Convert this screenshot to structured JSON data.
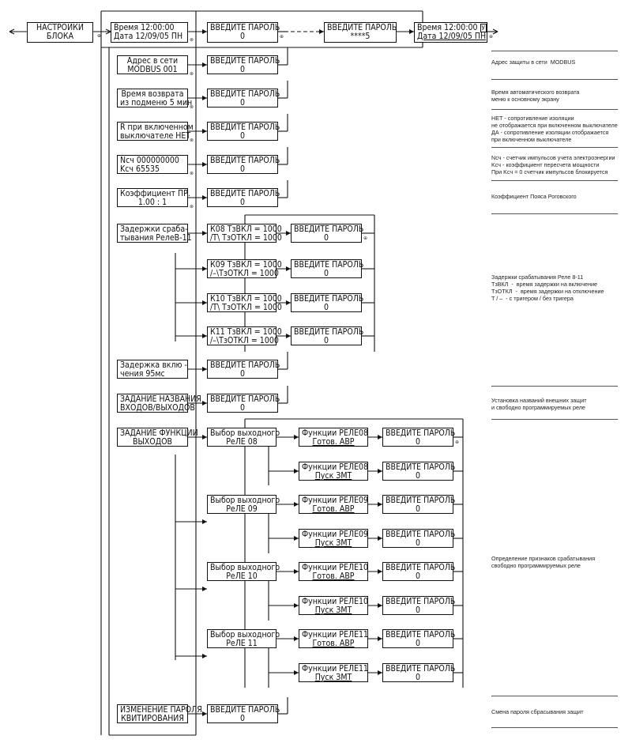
{
  "root": {
    "line1": "НАСТРОЙКИ",
    "line2": "БЛОКА"
  },
  "clock_first": {
    "line1": "Время 12:00:00",
    "line2": "Дата 12/09/05 ПН"
  },
  "pass_first": {
    "line1": "ВВЕДИТЕ ПАРОЛЬ",
    "line2": "0"
  },
  "pass_entered": {
    "line1": "ВВЕДИТЕ ПАРОЛЬ",
    "line2": "****5"
  },
  "clock_set": {
    "line1": "Время 12:00:00",
    "line2": "Дата 12/09/05 ПН",
    "cursor": "У"
  },
  "rows": [
    {
      "line1": "Адрес в сети",
      "line2": "MODBUS  001"
    },
    {
      "line1": "Время возврата",
      "line2": "из подменю 5 мин"
    },
    {
      "line1": "R при включенном",
      "line2": "выключателе НЕТ"
    },
    {
      "line1": "Nсч 000000000",
      "line2": "Kсч 65535"
    },
    {
      "line1": "Коэффициент ПР.",
      "line2": "1.00 : 1"
    },
    {
      "line1": "Задержки сраба-",
      "line2": "тывания РелеВ-11"
    },
    {
      "line1": "Задержка  вклю -",
      "line2": "чения        95мс"
    },
    {
      "line1": "ЗАДАНИЕ НАЗВАНИЯ",
      "line2": "ВХОДОВ/ВЫХОДОВ"
    },
    {
      "line1": "ЗАДАНИЕ ФУНКЦИИ",
      "line2": "ВЫХОДОВ"
    },
    {
      "line1": "ИЗМЕНЕНИЕ ПАРОЛЯ",
      "line2": "КВИТИРОВАНИЯ"
    }
  ],
  "password": {
    "line1": "ВВЕДИТЕ ПАРОЛЬ",
    "line2": "0"
  },
  "delays": [
    {
      "line1": "К08 ТзВКЛ = 1000",
      "line2": "/T\\ ТзОТКЛ = 1000"
    },
    {
      "line1": "К09 ТзВКЛ = 1000",
      "line2": "/–\\ТзОТКЛ = 1000"
    },
    {
      "line1": "К10 ТзВКЛ = 1000",
      "line2": "/T\\ ТзОТКЛ = 1000"
    },
    {
      "line1": "К11 ТзВКЛ = 1000",
      "line2": "/–\\ТзОТКЛ = 1000"
    }
  ],
  "relay_selects": [
    {
      "line1": "Выбор выходного",
      "line2": "РеЛЕ 08"
    },
    {
      "line1": "Выбор выходного",
      "line2": "РеЛЕ 09"
    },
    {
      "line1": "Выбор выходного",
      "line2": "РеЛЕ 10"
    },
    {
      "line1": "Выбор выходного",
      "line2": "РеЛЕ 11"
    }
  ],
  "relay_functions": [
    {
      "line1": "Функции РЕЛЕ08",
      "line2": "Готов. АВР"
    },
    {
      "line1": "Функции РЕЛЕ08",
      "line2": "Пуск ЗМТ"
    },
    {
      "line1": "Функции РЕЛЕ09",
      "line2": "Готов. АВР"
    },
    {
      "line1": "Функции РЕЛЕ09",
      "line2": "Пуск ЗМТ"
    },
    {
      "line1": "Функции РЕЛЕ10",
      "line2": "Готов. АВР"
    },
    {
      "line1": "Функции РЕЛЕ10",
      "line2": "Пуск ЗМТ"
    },
    {
      "line1": "Функции РЕЛЕ11",
      "line2": "Готов. АВР"
    },
    {
      "line1": "Функции РЕЛЕ11",
      "line2": "Пуск ЗМТ"
    }
  ],
  "notes": [
    {
      "text": "Адрес защиты в сети  MODBUS"
    },
    {
      "text": "Время автоматического возврата\nменю к основному экрану"
    },
    {
      "text": "НЕТ - сопротивление изоляции\nне отображается при включенном выключателе\nДА - сопротивление изоляции отображается\nпри включенном выключателе"
    },
    {
      "text": "Nсч - счетчик импульсов учета электроэнергии\nKсч - коэффициент пересчета мощности\nПри Kсч = 0 счетчик импульсов блокируется"
    },
    {
      "text": "Коэффициент Пояса Роговского"
    },
    {
      "text": "Задержки срабатывания Реле 8-11\nТзВКЛ  -  время задержки на включение\nТзОТКЛ  -  время задержки на отключение\nT / –  - с тригером / без тригера"
    },
    {
      "text": "Установка названий внешних защит\nи свободно программируемых реле"
    },
    {
      "text": "Определение признаков срабатывания\nсвободно программируемых реле"
    },
    {
      "text": "Смена пароля сбрасывания защит"
    }
  ],
  "keys": {
    "enter": "⊕",
    "escape": "⊗"
  }
}
